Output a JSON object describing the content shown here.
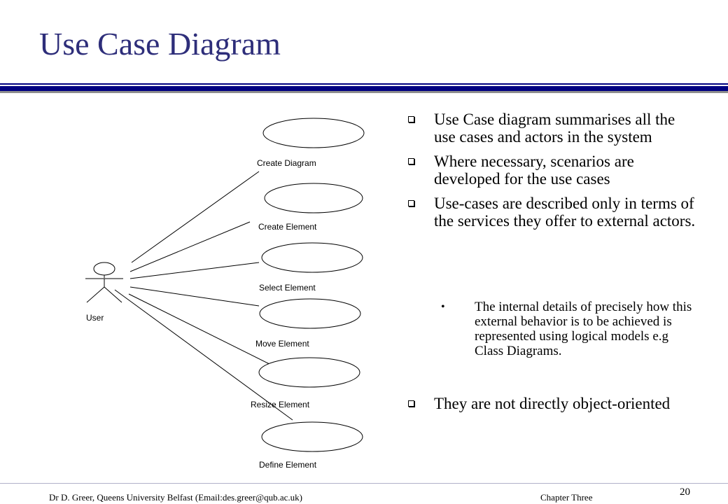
{
  "slide": {
    "title": "Use Case Diagram"
  },
  "diagram": {
    "actor_label": "User",
    "use_cases": [
      "Create Diagram",
      "Create Element",
      "Select Element",
      "Move Element",
      "Resize Element",
      "Define Element"
    ]
  },
  "bullets": [
    "Use Case diagram summarises all the use cases and actors in the system",
    "Where necessary, scenarios are developed for the use cases",
    "Use-cases are described only in terms of the services they offer to external actors.",
    "They are not directly object-oriented"
  ],
  "sub_bullet": "The internal details of precisely how this external behavior is to be achieved is represented using logical models e.g Class Diagrams.",
  "footer": {
    "author": "Dr D. Greer, Queens University Belfast (Email:des.greer@qub.ac.uk)",
    "chapter": "Chapter Three",
    "page": "20"
  }
}
